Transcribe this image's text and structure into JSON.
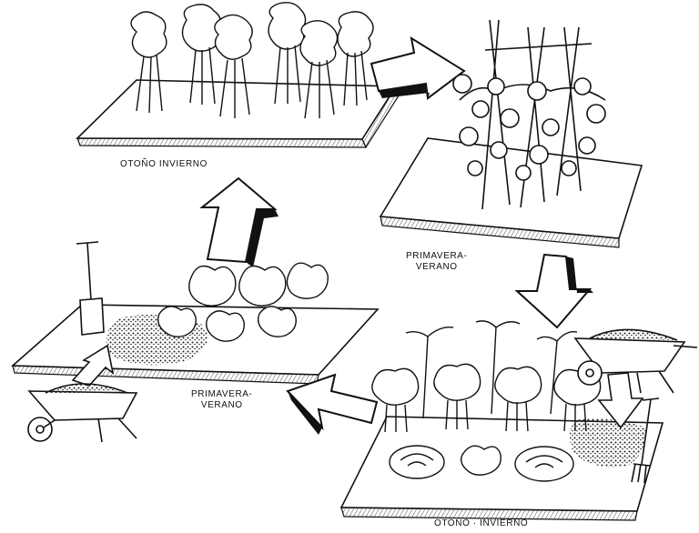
{
  "labels": {
    "top_left": "OTOÑO INVIERNO",
    "top_right_line1": "PRIMAVERA-",
    "top_right_line2": "VERANO",
    "mid_left_line1": "PRIMAVERA-",
    "mid_left_line2": "VERANO",
    "bottom": "OTOÑO · INVIERNO"
  },
  "colors": {
    "ink": "#111111",
    "paper": "#ffffff",
    "soil": "#3a3a3a"
  }
}
